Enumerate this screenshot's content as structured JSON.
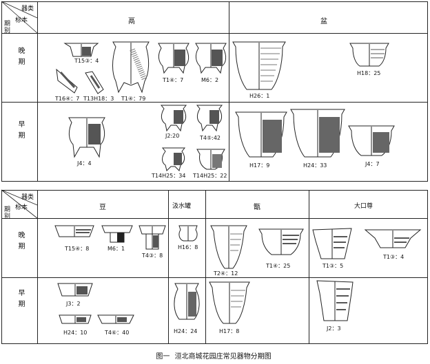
{
  "caption": {
    "number": "图一",
    "title": "洹北商城花园庄常见器物分期图"
  },
  "corner": {
    "type": "器类",
    "specimen": "标本",
    "period": "期别"
  },
  "table1": {
    "headers": [
      "鬲",
      "盆"
    ],
    "rows": [
      {
        "period": "晚期",
        "labels": [
          "T15③：4",
          "T16④：7",
          "T13H18：3",
          "T1④：79",
          "T1④：7",
          "M6：2",
          "H26：1",
          "H18：25"
        ]
      },
      {
        "period": "早期",
        "labels": [
          "J4：4",
          "J2:20",
          "T4⑤:42",
          "T14H25：34",
          "T14H25：22",
          "H17：9",
          "H24：33",
          "J4：7"
        ]
      }
    ]
  },
  "table2": {
    "headers": [
      "豆",
      "汲水罐",
      "甑",
      "大口尊"
    ],
    "rows": [
      {
        "period": "晚期",
        "labels": [
          "T15④：8",
          "M6：1",
          "T4③：8",
          "H16：8",
          "T2④：12",
          "T1④：25",
          "T1③：5",
          "T1③：4"
        ]
      },
      {
        "period": "早期",
        "labels": [
          "J3：2",
          "H24：10",
          "T4⑥：40",
          "H24：24",
          "H17：8",
          "J2：3"
        ]
      }
    ]
  }
}
